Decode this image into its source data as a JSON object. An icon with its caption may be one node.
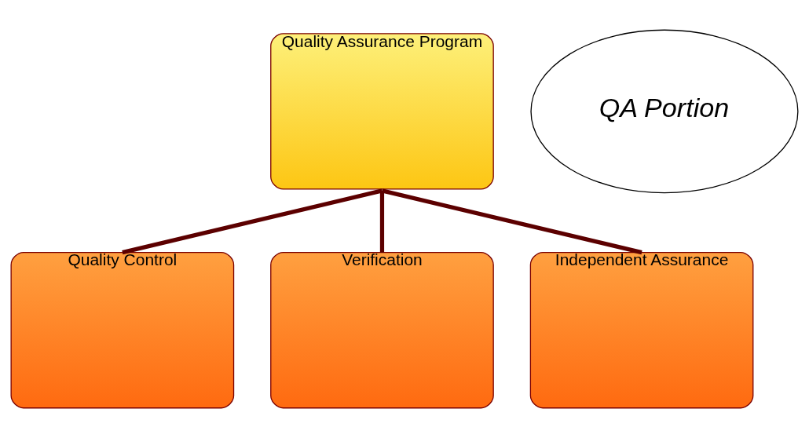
{
  "diagram": {
    "nodes": [
      {
        "text": [
          "Quality Assurance Program"
        ]
      },
      {
        "text": [
          "Quality Control"
        ]
      },
      {
        "text": [
          "Verification"
        ]
      },
      {
        "text": [
          "Independent Assurance"
        ]
      },
      {
        "text": [
          "QA Portion"
        ]
      }
    ],
    "edges": [
      {
        "from": 0,
        "to": 1,
        "arrow": "none"
      },
      {
        "from": 0,
        "to": 2,
        "arrow": "none"
      },
      {
        "from": 0,
        "to": 3,
        "arrow": "none"
      }
    ]
  }
}
